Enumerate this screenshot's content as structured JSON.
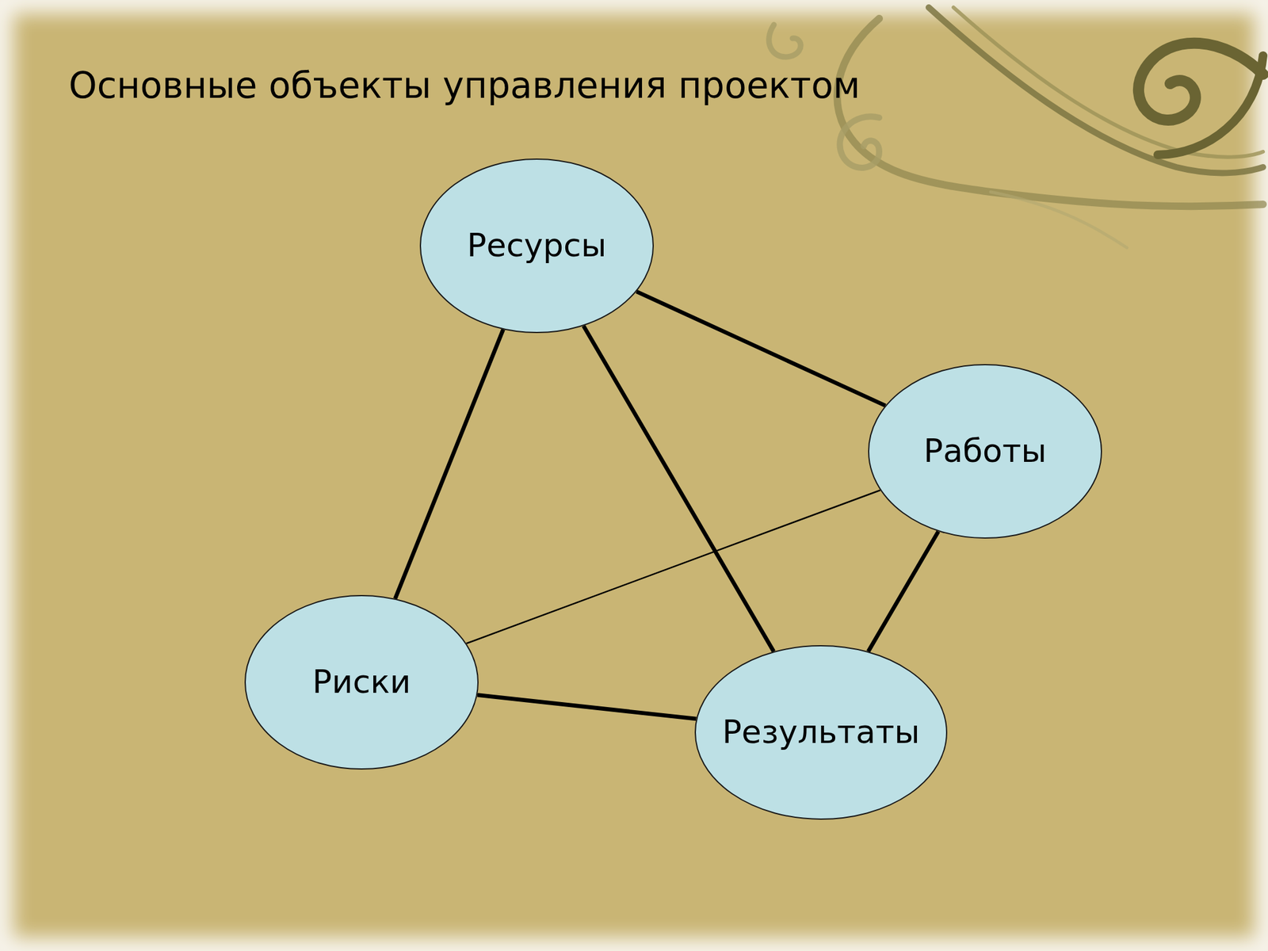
{
  "diagram": {
    "title": "Основные объекты управления проектом",
    "nodes": [
      {
        "text": [
          "Ресурсы"
        ]
      },
      {
        "text": [
          "Работы"
        ]
      },
      {
        "text": [
          "Риски"
        ]
      },
      {
        "text": [
          "Результаты"
        ]
      }
    ],
    "edges": [
      {
        "from": 0,
        "to": 1,
        "arrow": "none"
      },
      {
        "from": 0,
        "to": 3,
        "arrow": "none"
      },
      {
        "from": 0,
        "to": 2,
        "arrow": "none"
      },
      {
        "from": 1,
        "to": 2,
        "arrow": "none"
      },
      {
        "from": 1,
        "to": 3,
        "arrow": "none"
      },
      {
        "from": 2,
        "to": 3,
        "arrow": "none"
      }
    ]
  }
}
